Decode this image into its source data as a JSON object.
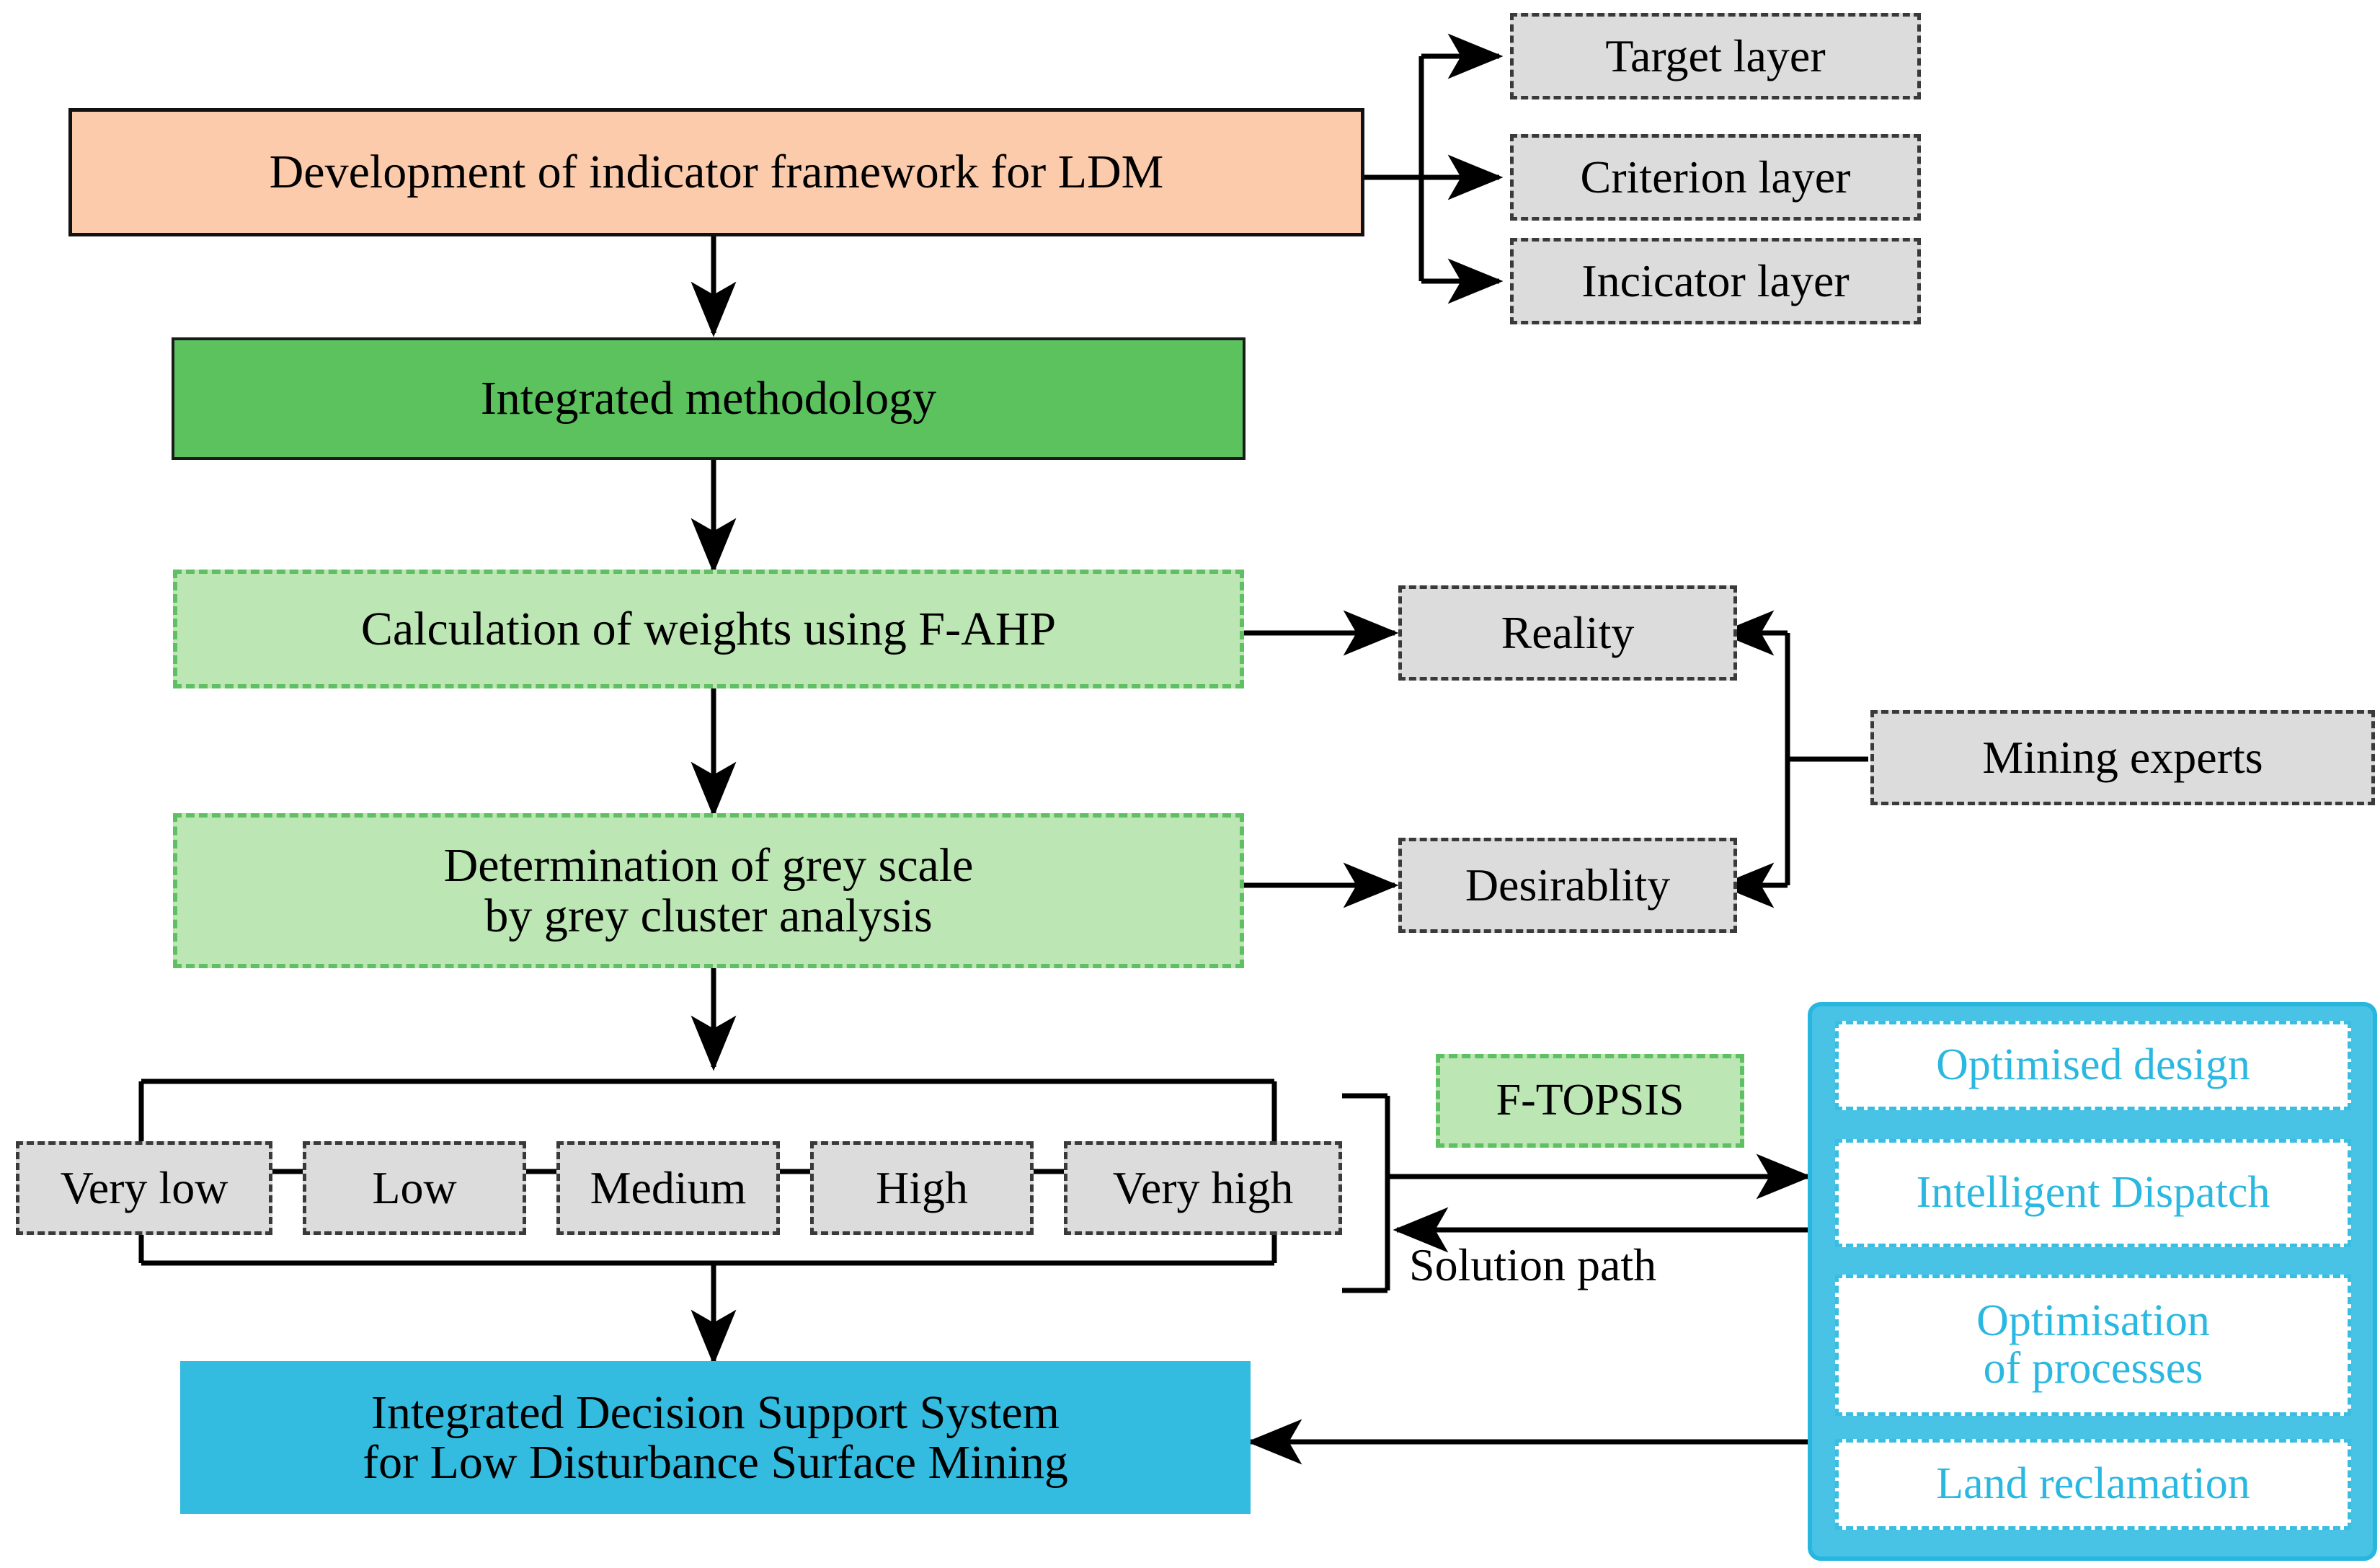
{
  "diagram": {
    "title": "Integrated decision support framework for low disturbance surface mining",
    "colors": {
      "orange": "#FBCBAB",
      "green_dark": "#5BC25E",
      "green_light": "#BCE6B3",
      "green_dashed_border": "#5FBF63",
      "grey": "#DCDCDC",
      "grey_dashed_border": "#3A3A3A",
      "blue": "#33BCE0",
      "blue_panel": "#49C3E5",
      "blue_text": "#2BB8E0",
      "line": "#000000"
    }
  },
  "nodes": {
    "framework": "Development of indicator framework for LDM",
    "methodology": "Integrated methodology",
    "fahp": "Calculation of weights using F-AHP",
    "greyscale_line1": "Determination of grey scale",
    "greyscale_line2": "by grey cluster analysis",
    "ftopsis": "F-TOPSIS",
    "idss_line1": "Integrated Decision Support System",
    "idss_line2": "for Low Disturbance Surface Mining",
    "solution_path": "Solution path"
  },
  "layers": [
    {
      "label": "Target layer"
    },
    {
      "label": "Criterion layer"
    },
    {
      "label": "Incicator layer"
    }
  ],
  "experts": {
    "reality": "Reality",
    "source": "Mining experts",
    "desirability": "Desirablity"
  },
  "scale": [
    {
      "label": "Very low"
    },
    {
      "label": "Low"
    },
    {
      "label": "Medium"
    },
    {
      "label": "High"
    },
    {
      "label": "Very high"
    }
  ],
  "outcomes": [
    {
      "label": "Optimised design"
    },
    {
      "label": "Intelligent Dispatch"
    },
    {
      "label": "Optimisation\nof processes",
      "line1": "Optimisation",
      "line2": "of processes"
    },
    {
      "label": "Land reclamation"
    }
  ]
}
